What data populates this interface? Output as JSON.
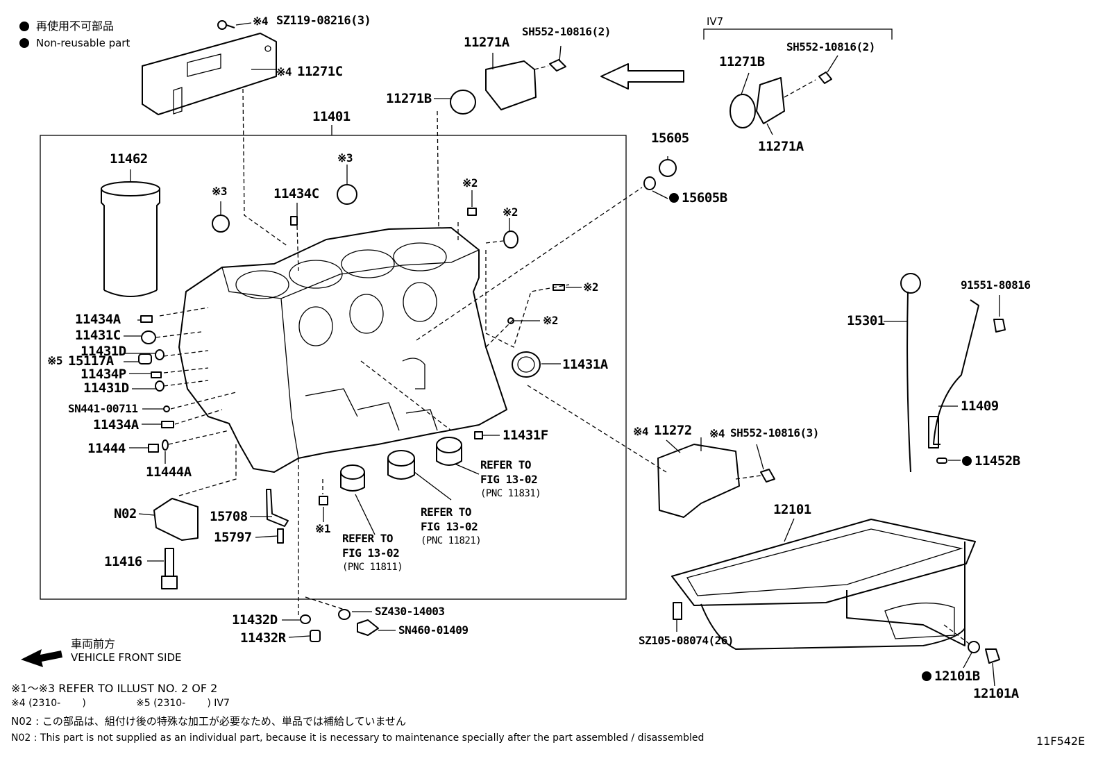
{
  "legend": {
    "non_reusable_jp": "再使用不可部品",
    "non_reusable_en": "Non-reusable part"
  },
  "parts": {
    "sz119": "SZ119-08216(3)",
    "p11271c": "11271C",
    "p11401": "11401",
    "p11462": "11462",
    "p11434c": "11434C",
    "p11271a_top": "11271A",
    "sh552_top": "SH552-10816(2)",
    "p11271b_top": "11271B",
    "iv7": "IV7",
    "p11271b_right": "11271B",
    "sh552_right": "SH552-10816(2)",
    "p11271a_right": "11271A",
    "p15605": "15605",
    "p15605b": "15605B",
    "p11434a_1": "11434A",
    "p11431c": "11431C",
    "p11431d_1": "11431D",
    "p15117a": "15117A",
    "p11434p": "11434P",
    "p11431d_2": "11431D",
    "sn441": "SN441-00711",
    "p11434a_2": "11434A",
    "p11444": "11444",
    "p11444a": "11444A",
    "p11431a": "11431A",
    "p11431f": "11431F",
    "p11272": "11272",
    "sh552_mid": "SH552-10816(3)",
    "p15301": "15301",
    "p91551": "91551-80816",
    "p11409": "11409",
    "p11452b": "11452B",
    "n02": "N02",
    "p15708": "15708",
    "p15797": "15797",
    "p11416": "11416",
    "p12101": "12101",
    "p11432d": "11432D",
    "p11432r": "11432R",
    "sz430": "SZ430-14003",
    "sn460": "SN460-01409",
    "sz105": "SZ105-08074(26)",
    "p12101b": "12101B",
    "p12101a": "12101A"
  },
  "marks": {
    "m1": "※1",
    "m2": "※2",
    "m3": "※3",
    "m4": "※4",
    "m5": "※5"
  },
  "refs": {
    "r1": [
      "REFER TO",
      "FIG 13-02",
      "(PNC 11811)"
    ],
    "r2": [
      "REFER TO",
      "FIG 13-02",
      "(PNC 11821)"
    ],
    "r3": [
      "REFER TO",
      "FIG 13-02",
      "(PNC 11831)"
    ]
  },
  "front": {
    "jp": "車両前方",
    "en": "VEHICLE FRONT SIDE"
  },
  "notes": {
    "n1": "※1～※3  REFER TO ILLUST NO. 2 OF 2",
    "n2a": "※4 (2310-       )",
    "n2b": "※5 (2310-       ) IV7",
    "n3": "N02 : この部品は、組付け後の特殊な加工が必要なため、単品では補給していません",
    "n4": "N02 : This part is not supplied as an individual part, because it is necessary to maintenance specially after the part assembled / disassembled"
  },
  "figure_id": "11F542E"
}
